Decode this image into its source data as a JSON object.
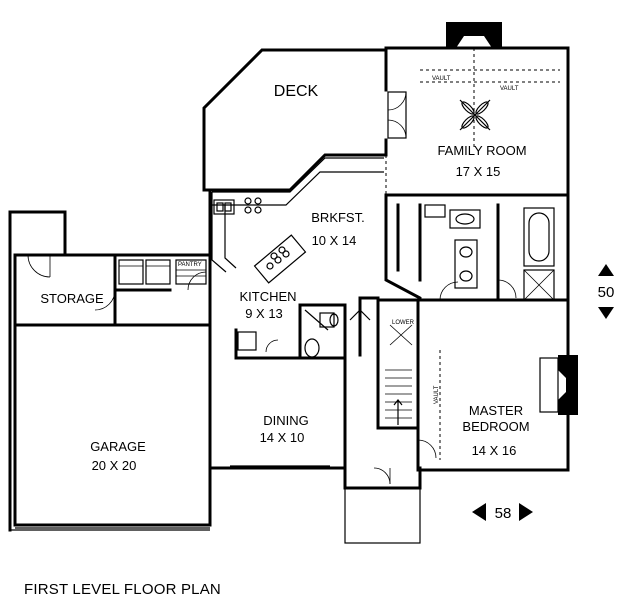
{
  "caption": "FIRST LEVEL FLOOR PLAN",
  "rooms": {
    "deck": {
      "name": "DECK"
    },
    "family_room": {
      "name": "FAMILY ROOM",
      "size": "17 X 15"
    },
    "breakfast": {
      "name": "BRKFST.",
      "size": "10 X 14"
    },
    "kitchen": {
      "name": "KITCHEN",
      "size": "9 X 13"
    },
    "storage": {
      "name": "STORAGE"
    },
    "garage": {
      "name": "GARAGE",
      "size": "20 X 20"
    },
    "dining": {
      "name": "DINING",
      "size": "14 X 10"
    },
    "master_bedroom": {
      "name": "MASTER",
      "name2": "BEDROOM",
      "size": "14 X 16"
    }
  },
  "notes": {
    "vault_1": "VAULT",
    "vault_2": "VAULT",
    "vault_3": "VAULT",
    "pantry": "PANTRY",
    "lower": "LOWER"
  },
  "dimensions": {
    "depth": "50",
    "width": "58"
  }
}
